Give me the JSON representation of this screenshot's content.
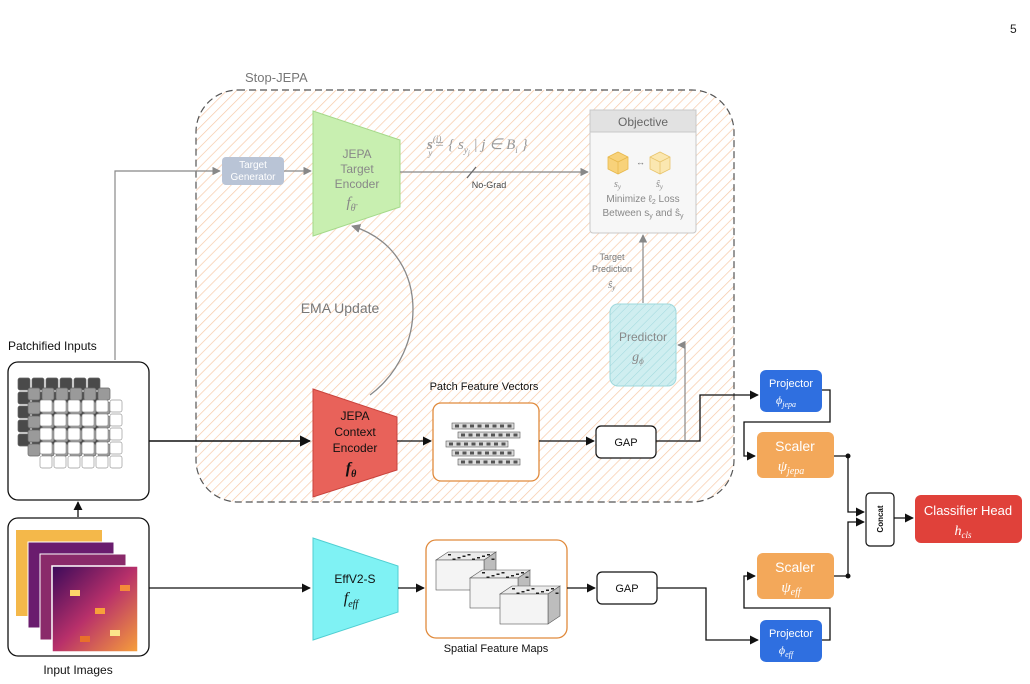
{
  "page_number": "5",
  "stop_jepa": {
    "label": "Stop-JEPA"
  },
  "target_generator": {
    "line1": "Target",
    "line2": "Generator"
  },
  "target_encoder": {
    "line1": "JEPA",
    "line2": "Target",
    "line3": "Encoder",
    "symbol": "f",
    "symbol_sub": "θ̄"
  },
  "target_set": {
    "formula": "s",
    "formula_rest": "= { s",
    "formula_tail": " | j ∈ B",
    "sup": "(i)",
    "sub1": "y",
    "sub2": "y",
    "sub2b": "j",
    "sub3": "i",
    "close": " }"
  },
  "no_grad": {
    "label": "No-Grad"
  },
  "objective": {
    "title": "Objective",
    "left_symbol": "s",
    "left_sub": "y",
    "right_symbol": "ŝ",
    "right_sub": "y",
    "line1": "Minimize ℓ",
    "line1_sub": "2",
    "line1_tail": " Loss",
    "line2": "Between s",
    "line2_sub": "y",
    "line2_mid": " and ŝ",
    "line2_sub2": "y"
  },
  "target_prediction": {
    "line1": "Target",
    "line2": "Prediction",
    "symbol": "ŝ",
    "symbol_sub": "y"
  },
  "ema_update": {
    "label": "EMA Update"
  },
  "predictor": {
    "label": "Predictor",
    "symbol": "g",
    "symbol_sub": "ϕ"
  },
  "context_encoder": {
    "line1": "JEPA",
    "line2": "Context",
    "line3": "Encoder",
    "symbol": "f",
    "symbol_sub": "θ"
  },
  "patch_features": {
    "label": "Patch Feature Vectors"
  },
  "gap_top": {
    "label": "GAP"
  },
  "gap_bottom": {
    "label": "GAP"
  },
  "patchified_inputs": {
    "label": "Patchified Inputs"
  },
  "input_images": {
    "label": "Input Images"
  },
  "effnet": {
    "label": "EffV2-S",
    "symbol": "f",
    "symbol_sub": "eff"
  },
  "spatial_maps": {
    "label": "Spatial Feature Maps"
  },
  "projector_jepa": {
    "label": "Projector",
    "symbol": "ϕ",
    "symbol_sub": "jepa"
  },
  "projector_eff": {
    "label": "Projector",
    "symbol": "ϕ",
    "symbol_sub": "eff"
  },
  "scaler_jepa": {
    "label": "Scaler",
    "symbol": "ψ",
    "symbol_sub": "jepa"
  },
  "scaler_eff": {
    "label": "Scaler",
    "symbol": "ψ",
    "symbol_sub": "eff"
  },
  "concat": {
    "label": "Concat"
  },
  "classifier": {
    "label": "Classifier Head",
    "symbol": "h",
    "symbol_sub": "cls"
  },
  "colors": {
    "target_encoder": "#c8efb0",
    "context_encoder": "#e8625a",
    "predictor": "#cfeef0",
    "effnet": "#7ff2f4",
    "projector": "#2f6fe0",
    "scaler": "#f3a85a",
    "classifier": "#e0413a",
    "hatch": "#f6c9a8",
    "region_border": "#444444"
  }
}
